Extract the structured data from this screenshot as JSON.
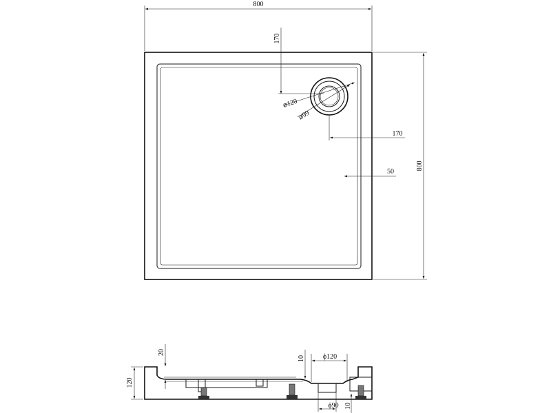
{
  "drawing": {
    "top_view": {
      "width_label": "800",
      "height_label": "800",
      "drain_offset_top": "170",
      "drain_offset_side": "170",
      "rim_width": "50",
      "drain_outer_diameter": "⌀120",
      "drain_inner_diameter": "⌀99"
    },
    "side_view": {
      "total_height": "120",
      "rim_step": "20",
      "drain_recess_top": "10",
      "drain_recess_bottom": "10",
      "drain_outer_diameter": "ϕ120",
      "drain_pipe_diameter": "ϕ90"
    }
  }
}
